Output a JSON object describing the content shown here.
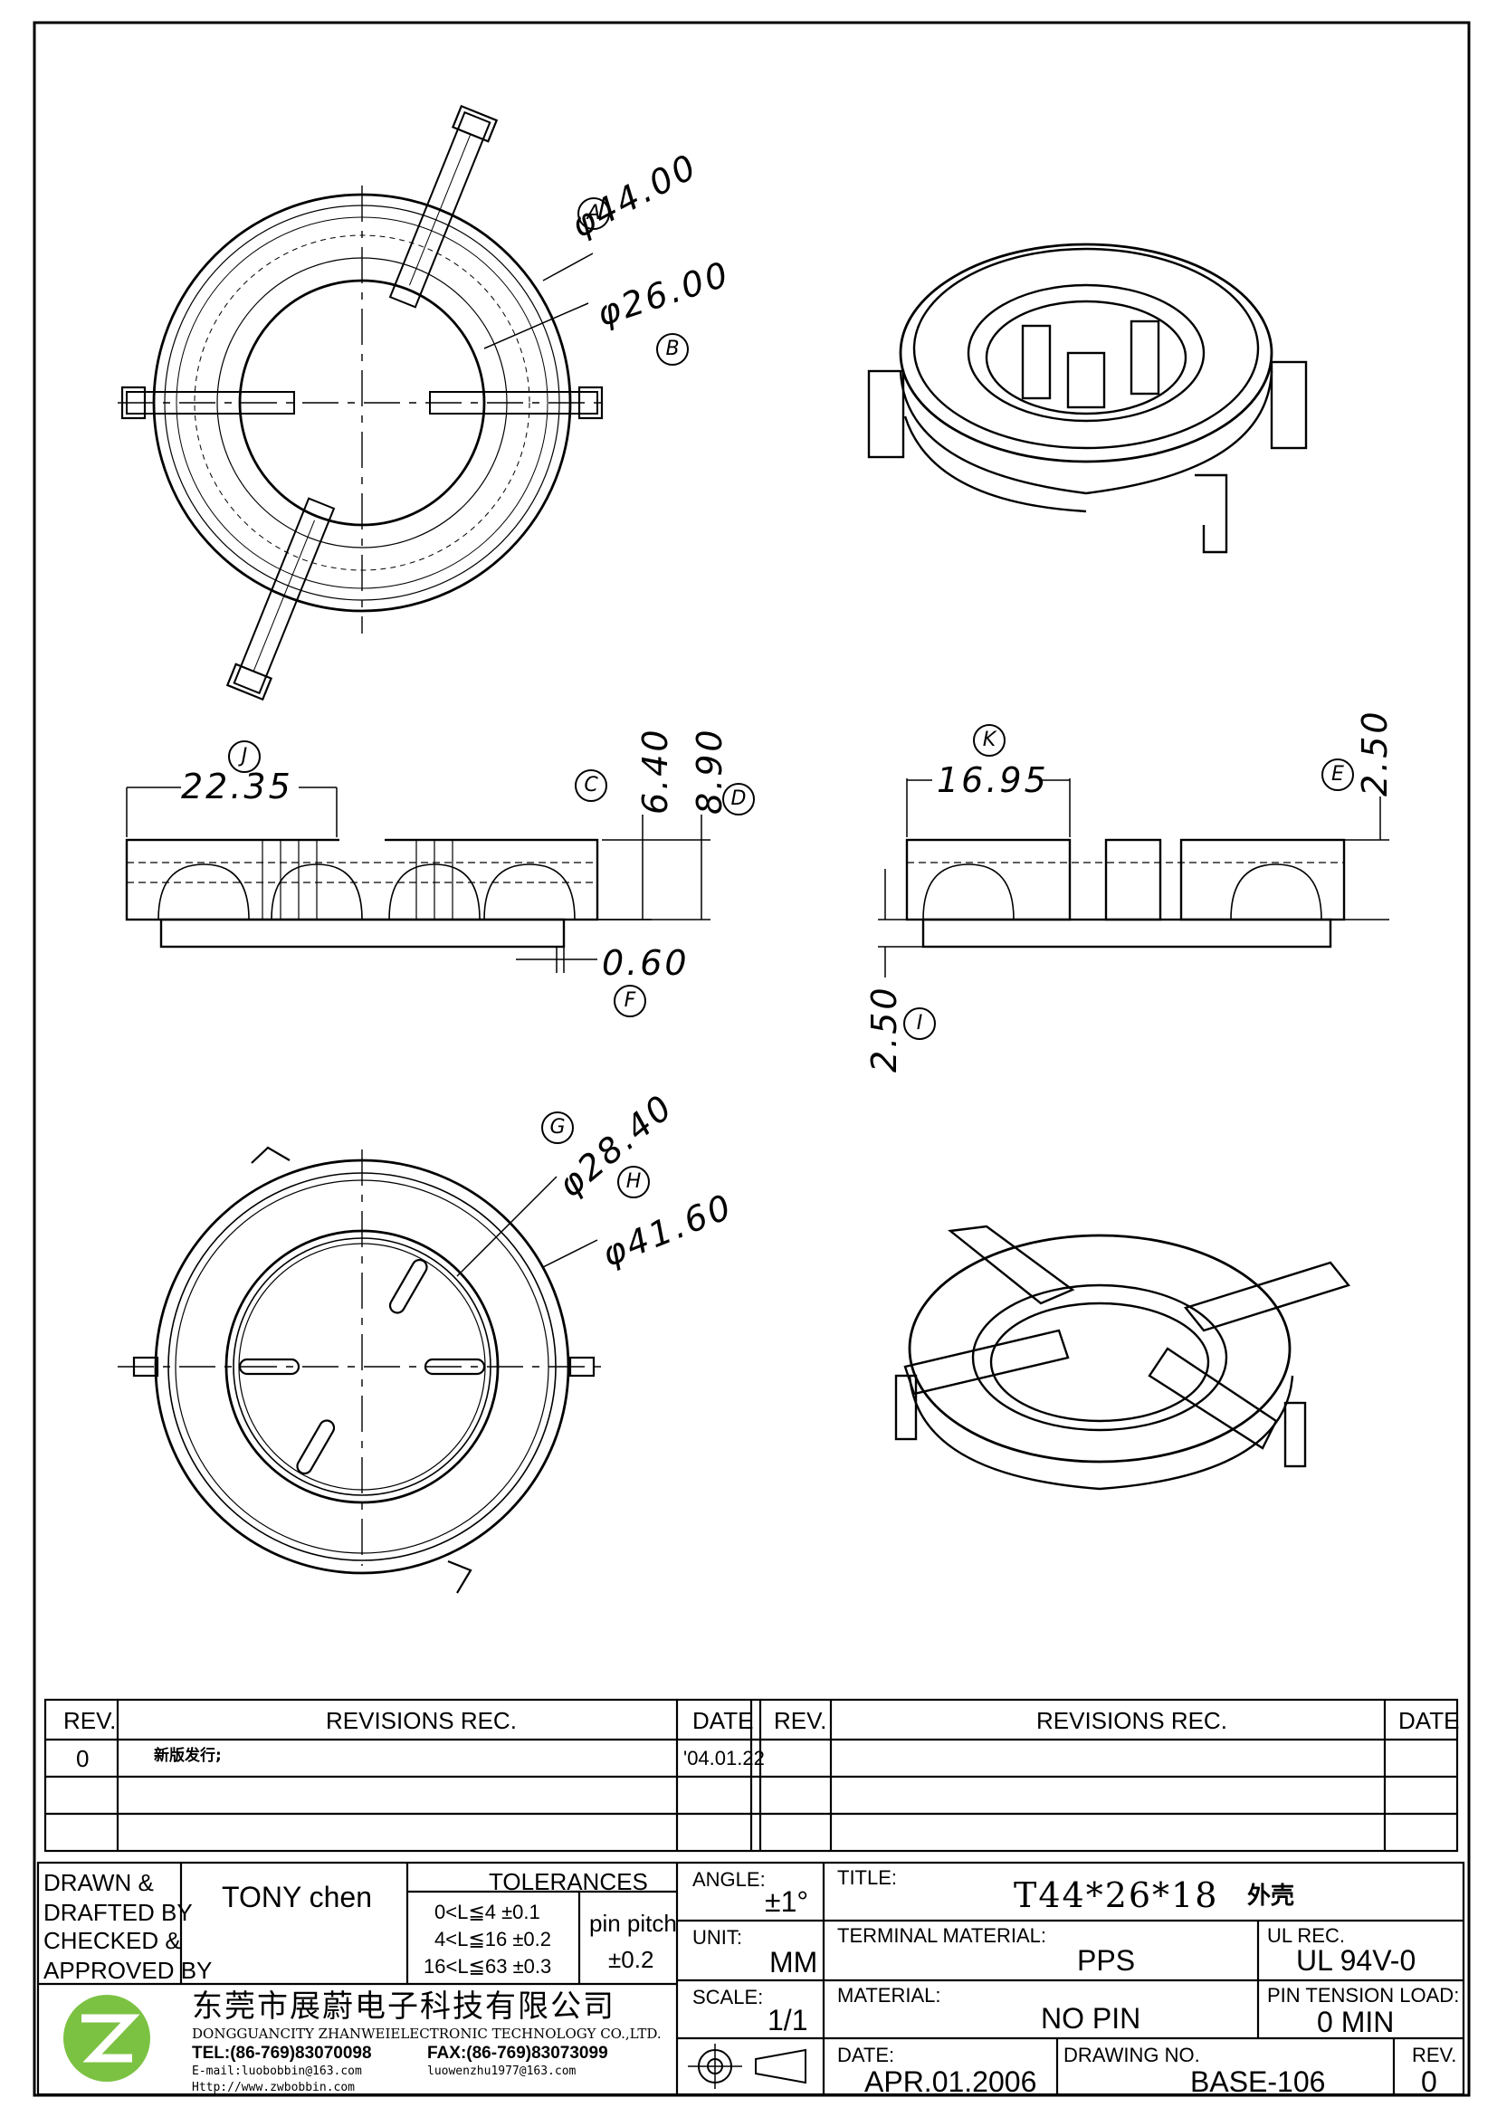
{
  "dimensions": {
    "A": {
      "label": "A",
      "value": "φ44.00"
    },
    "B": {
      "label": "B",
      "value": "φ26.00"
    },
    "C": {
      "label": "C",
      "value": "6.40"
    },
    "D": {
      "label": "D",
      "value": "8.90"
    },
    "E": {
      "label": "E",
      "value": "2.50"
    },
    "F": {
      "label": "F",
      "value": "0.60"
    },
    "G": {
      "label": "G",
      "value": "φ28.40"
    },
    "H": {
      "label": "H",
      "value": "φ41.60"
    },
    "I": {
      "label": "I",
      "value": "2.50"
    },
    "J": {
      "label": "J",
      "value": "22.35"
    },
    "K": {
      "label": "K",
      "value": "16.95"
    }
  },
  "revisions": {
    "headers": {
      "rev": "REV.",
      "rec": "REVISIONS    REC.",
      "date": "DATE"
    },
    "rows": [
      {
        "rev": "0",
        "rec": "新版发行;",
        "date": "'04.01.22"
      }
    ]
  },
  "title_block": {
    "drawn_label": "DRAWN &\nDRAFTED BY",
    "drawn_value": "TONY  chen",
    "checked_label": "CHECKED &\nAPPROVED BY",
    "tolerances_label": "TOLERANCES",
    "tol_rows": [
      "0<L≦4    ±0.1",
      "4<L≦16  ±0.2",
      "16<L≦63  ±0.3"
    ],
    "pin_pitch_label": "pin  pitch",
    "pin_pitch_value": "±0.2",
    "angle_label": "ANGLE:",
    "angle_value": "±1°",
    "unit_label": "UNIT:",
    "unit_value": "MM",
    "scale_label": "SCALE:",
    "scale_value": "1/1",
    "title_label": "TITLE:",
    "title_value": "T44*26*18",
    "title_cn": "外壳",
    "terminal_label": "TERMINAL MATERIAL:",
    "terminal_value": "PPS",
    "ul_label": "UL REC.",
    "ul_value": "UL  94V-0",
    "material_label": "MATERIAL:",
    "material_value": "NO  PIN",
    "pin_tension_label": "PIN TENSION LOAD:",
    "pin_tension_value": "0  MIN",
    "date_label": "DATE:",
    "date_value": "APR.01.2006",
    "drawing_no_label": "DRAWING NO.",
    "drawing_no_value": "BASE-106",
    "rev_label": "REV.",
    "rev_value": "0"
  },
  "company": {
    "name_cn": "东莞市展蔚电子科技有限公司",
    "name_en": "DONGGUANCITY ZHANWEIELECTRONIC TECHNOLOGY CO.,LTD.",
    "tel": "TEL:(86-769)83070098",
    "fax": "FAX:(86-769)83073099",
    "email1": "E-mail:luobobbin@163.com",
    "email2": "luowenzhu1977@163.com",
    "web": "Http://www.zwbobbin.com",
    "logo_color": "#7CC242"
  }
}
